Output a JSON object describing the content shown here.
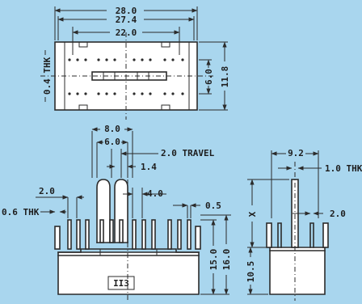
{
  "top_view": {
    "overall_width": "28.0",
    "outer_width": "27.4",
    "inner_width": "22.0",
    "thickness": "0.4 THK",
    "inner_height": "6.0",
    "overall_height": "11.8"
  },
  "front_view": {
    "span_outer": "8.0",
    "span_inner": "6.0",
    "travel": "2.0 TRAVEL",
    "gap": "1.4",
    "pitch_small": "2.0",
    "pitch_large": "4.0",
    "pin_thickness": "0.6 THK",
    "pin_width": "0.5",
    "body_height": "15.0",
    "total_height": "16.0",
    "marking": "II3"
  },
  "side_view": {
    "width": "9.2",
    "thickness": "1.0 THK",
    "height_var": "X",
    "lead_pitch": "2.0",
    "body_height": "10.5"
  }
}
